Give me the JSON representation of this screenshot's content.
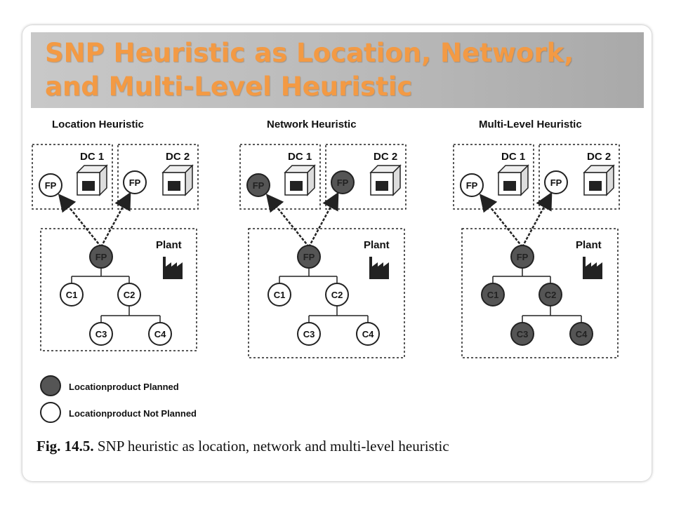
{
  "title": {
    "line1": "SNP Heuristic as Location, Network,",
    "line2": "and Multi-Level Heuristic"
  },
  "diagrams": [
    {
      "heading": "Location Heuristic",
      "dc1": "DC 1",
      "dc2": "DC 2",
      "plant": "Plant",
      "fp": "FP",
      "c1": "C1",
      "c2": "C2",
      "c3": "C3",
      "c4": "C4"
    },
    {
      "heading": "Network Heuristic",
      "dc1": "DC 1",
      "dc2": "DC 2",
      "plant": "Plant",
      "fp": "FP",
      "c1": "C1",
      "c2": "C2",
      "c3": "C3",
      "c4": "C4"
    },
    {
      "heading": "Multi-Level Heuristic",
      "dc1": "DC 1",
      "dc2": "DC 2",
      "plant": "Plant",
      "fp": "FP",
      "c1": "C1",
      "c2": "C2",
      "c3": "C3",
      "c4": "C4"
    }
  ],
  "legend": {
    "planned": "Locationproduct Planned",
    "not_planned": "Locationproduct Not Planned"
  },
  "caption": {
    "label": "Fig. 14.5.",
    "text": " SNP heuristic as location, network and multi-level heuristic"
  },
  "colors": {
    "title": "#f39a44",
    "planned_fill": "#555555"
  }
}
